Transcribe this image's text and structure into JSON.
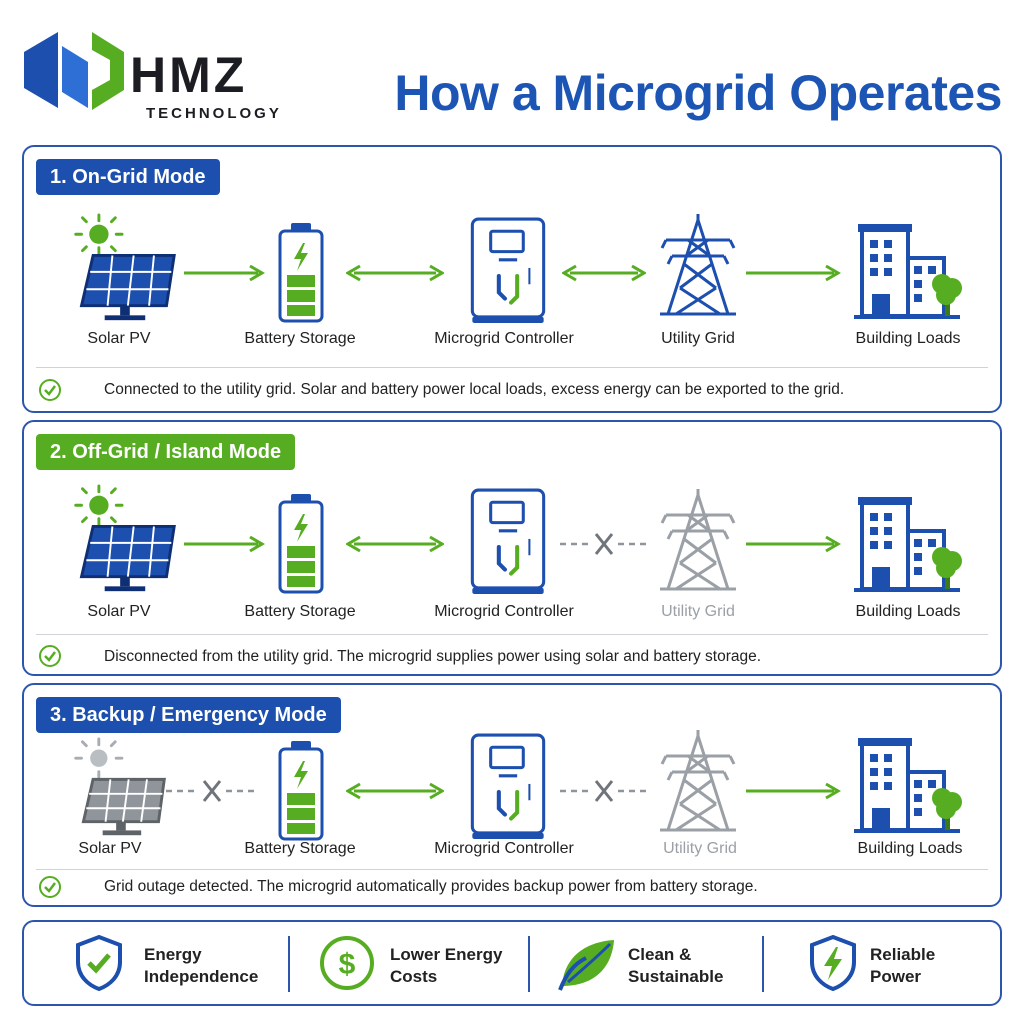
{
  "brand": {
    "name": "HMZ",
    "tagline": "TECHNOLOGY"
  },
  "title": "How a Microgrid Operates",
  "colors": {
    "blue": "#1d55b5",
    "green": "#57ad21",
    "gray": "#9aa0a6"
  },
  "modes": [
    {
      "badge": "1. On-Grid Mode",
      "labels": [
        "Solar PV",
        "Battery Storage",
        "Microgrid Controller",
        "Utility Grid",
        "Building Loads"
      ],
      "note": "Connected to the utility grid. Solar and battery power local loads, excess energy can be exported to the grid."
    },
    {
      "badge": "2. Off-Grid / Island Mode",
      "labels": [
        "Solar PV",
        "Battery Storage",
        "Microgrid Controller",
        "Utility Grid",
        "Building Loads"
      ],
      "note": "Disconnected from the utility grid. The microgrid supplies power using solar and battery storage."
    },
    {
      "badge": "3. Backup / Emergency Mode",
      "labels": [
        "Solar PV",
        "Battery Storage",
        "Microgrid Controller",
        "Utility Grid",
        "Building Loads"
      ],
      "note": "Grid outage detected. The microgrid automatically provides backup power from battery storage."
    }
  ],
  "benefits": [
    {
      "line1": "Energy",
      "line2": "Independence",
      "icon": "shield-check-icon"
    },
    {
      "line1": "Lower Energy",
      "line2": "Costs",
      "icon": "dollar-coin-icon"
    },
    {
      "line1": "Clean &",
      "line2": "Sustainable",
      "icon": "leaf-icon"
    },
    {
      "line1": "Reliable",
      "line2": "Power",
      "icon": "shield-bolt-icon"
    }
  ]
}
